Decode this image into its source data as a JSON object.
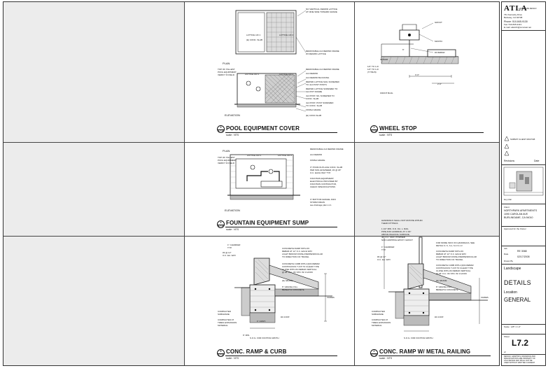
{
  "details": {
    "pool_cover": {
      "number": "3",
      "sheet": "L7.2",
      "title": "POOL EQUIPMENT COVER",
      "scale": "scale : NTS",
      "plan_label": "PLAN",
      "elevation_label": "ELEVATION",
      "notes_right": [
        "NO VERTICAL REDWD LATTICE",
        "AT NINE SIDE TOWARD GRADE",
        "REMOVABLE 2x4 REDWD FRAME",
        "W/ REDWD LATTICE",
        "REMOVABLE 2x4 REDWD FRAME",
        "2x4 REDWD",
        "2x4 REDWD BLOCKING",
        "REDWD LATTICE NAIL SCREWED",
        "TO 4x4 POST POSTS",
        "REDWD LATTICE SCREWED TO",
        "4x4 POT FRAME",
        "4x4 POST, NIL SCREWED TO",
        "CONC. SLAB",
        "4x4 POST, POST SCREWED",
        "TO CONC. SLAB",
        "FINISH GRADE",
        "(E) CONC.SLAB"
      ],
      "notes_left": [
        "LATTICE LID 1",
        "(E) CONC. SLAB",
        "LATTICE LID 2",
        "TOP OF TALLEST",
        "POOL EQUIPMENT",
        "VERIFY IN FIELD",
        "LATTICE LID 1",
        "LATTICE LID 2"
      ]
    },
    "wheel_stop": {
      "number": "1",
      "sheet": "L7.2",
      "title": "WHEEL STOP",
      "scale": "scale : NTS",
      "notes": [
        "GROUT",
        "MASTIC",
        "#4 REBAR",
        "6\"",
        "1/2\" TO 1-D",
        "1/2\" TO 1-D",
        "(TYPE B)",
        "FRONT BLDL",
        "INTEGR",
        "2'-6\"",
        "3'-6\""
      ]
    },
    "fountain_sump": {
      "number": "4",
      "sheet": "L7.2",
      "title": "FOUNTAIN EQUIPMENT SUMP",
      "scale": "scale : NTS",
      "plan_label": "PLAN",
      "elevation_label": "ELEVATION",
      "notes_right": [
        "REMOVABLE 2x4 REDWD FRAME",
        "2x4 REDWD",
        "FINISH GRADE",
        "3\" POUR-IN-PLACE CONC. SLAB",
        "PER SOIL ENGINEER, #4 @ 18\"",
        "O.C. EACH WAY TYP.",
        "FOUNTAIN EQUIPMENT,",
        "ELECTRICAL PROVIDED BY",
        "FOUNTAIN CONTRACTOR,",
        "CHECK SPECIFICATIONS",
        "3\" BOTTOM GRAVEL INFO",
        "STORM DRAIN",
        "see drainage plan L1.1"
      ],
      "notes_left": [
        "TOP OF TALLEST",
        "POOL EQUIPMENT",
        "VERIFY IN FIELD",
        "LATTICE LID 1",
        "LATTICE LID 2"
      ]
    },
    "ramp_curb": {
      "number": "5",
      "sheet": "L7.2",
      "title": "CONC. RAMP & CURB",
      "scale": "scale : NTS",
      "notes": [
        "1\" CHAMFER",
        "TYP.",
        "#3 @ 12\"",
        "O.C. EA. WAY",
        "CONCRETE RAMP WITH #3",
        "REBAR AT 12\" O.C. EACH WAY",
        "LIGHT BROOM FINISH PERPENDICULAR",
        "TO DIRECTION OF TRAVEL",
        "CONCRETE CURB WITH (2)#4 REBAR",
        "CONTINUOUS T & B TO CLEAR TYPE",
        "CLOSE WITH #4 REBAR VERTICAL",
        "@ 18\" O.C. W/ STD. W/ 3 HOOK",
        "(E) GRADE",
        "6\" GRAVEL FILL",
        "BENEATH CONCRETE",
        "COMPACTED",
        "SUBGRADE",
        "COMPACTED AT",
        "TIMES EXPANSION",
        "MATERIAL",
        "6\" MIN.",
        "#4 CONT.",
        "1\" CONT.",
        "S.O.G. FOR FOOTING WIDTH",
        "VARIES"
      ]
    },
    "ramp_railing": {
      "number": "2",
      "sheet": "L7.2",
      "title": "CONC. RAMP W/ METAL RAILING",
      "scale": "scale : NTS",
      "notes": [
        "HANDRAILS SHALL NOT ROTATE WITHIN",
        "THEIR FITTINGS",
        "1 1/2\" MIN. O.D. OA. L. RAIL",
        "PIPE AND HANDRAIL AT 1 3/4\"",
        "ABOVE WALKING SURFACE,",
        "40\" O.C. MAX, POWDER",
        "NON GRIPPING EPOXY GROUT",
        "FOR MORE INFO ON HANDRAILS, SEE",
        "DETAIL 6 / C, 6-1, 6-C 6-1.3",
        "CONCRETE RAMP WITH #3",
        "REBAR AT 12\" O.C. EACH WAY",
        "LIGHT BROOM FINISH PERPENDICULAR",
        "TO DIRECTION OF TRAVEL",
        "1\" CHAMFER",
        "TYP.",
        "#3 @ 12\"",
        "O.C. EA. WAY",
        "CONCRETE CURB WITH (2)#4 REBAR",
        "CONTINUOUS T & B TO CLEAR TYPE",
        "CLOSE WITH #4 REBAR VERTICAL",
        "@ 18\" O.C. W/ STD. W/ 3 HOOK",
        "(E) GRADE",
        "6\" GRAVEL FILL",
        "BENEATH CONCRETE",
        "COMPACTED",
        "SUBGRADE",
        "COMPACTED AT",
        "TIMES EXPANSION",
        "MATERIAL",
        "#4 CONT.",
        "S.O.G. FOR FOOTING WIDTH",
        "VARIES"
      ]
    }
  },
  "title_block": {
    "firm_logo": "ATLA",
    "firm_name": "LANDSCAPE DESIGN",
    "firm_address": [
      "761 Kentucky Drive",
      "Berkeley, CA 94708",
      "Phone: 510-845-9130",
      "Fax: 510-845-9113",
      "E-mail: atlarchi@comcast.net"
    ],
    "submit_note": "SUBMIT CLIENT 08/27/08",
    "revisions_label": "Revisions",
    "date_label": "Date",
    "key_plan_label": "key plan",
    "client_label": "Client",
    "client_name": "NORTHPARK APARTMENTS",
    "client_address": [
      "1090 CAROLAN AVE",
      "BURLINGAME, CA 94010"
    ],
    "approval_note": "Approved for the Owner",
    "job_label": "Job",
    "job_value": "RE 3068",
    "date_field_label": "Date",
    "date_value": "02/17/2008",
    "drawn_label": "Drawn By",
    "discipline": "Landscape",
    "sheet_title": "DETAILS",
    "location_label": "Location",
    "location_value": "GENERAL",
    "scale_note": "Scale : 1/8\"= 1'-0\"",
    "sheet_label": "Sheet",
    "sheet_number": "L7.2",
    "of_note": "of",
    "footer_notes": [
      "DESIGN, GRAPHICS, DRAWINGS AND",
      "SPECIFICATIONS ARE PROPERTY OF",
      "ATLA DESIGN AND SHALL NOT BE",
      "USED WITHOUT WRITTEN CONSENT"
    ]
  },
  "colors": {
    "sheet_bg": "#ececec",
    "panel_bg": "#ffffff",
    "ink": "#111111"
  }
}
